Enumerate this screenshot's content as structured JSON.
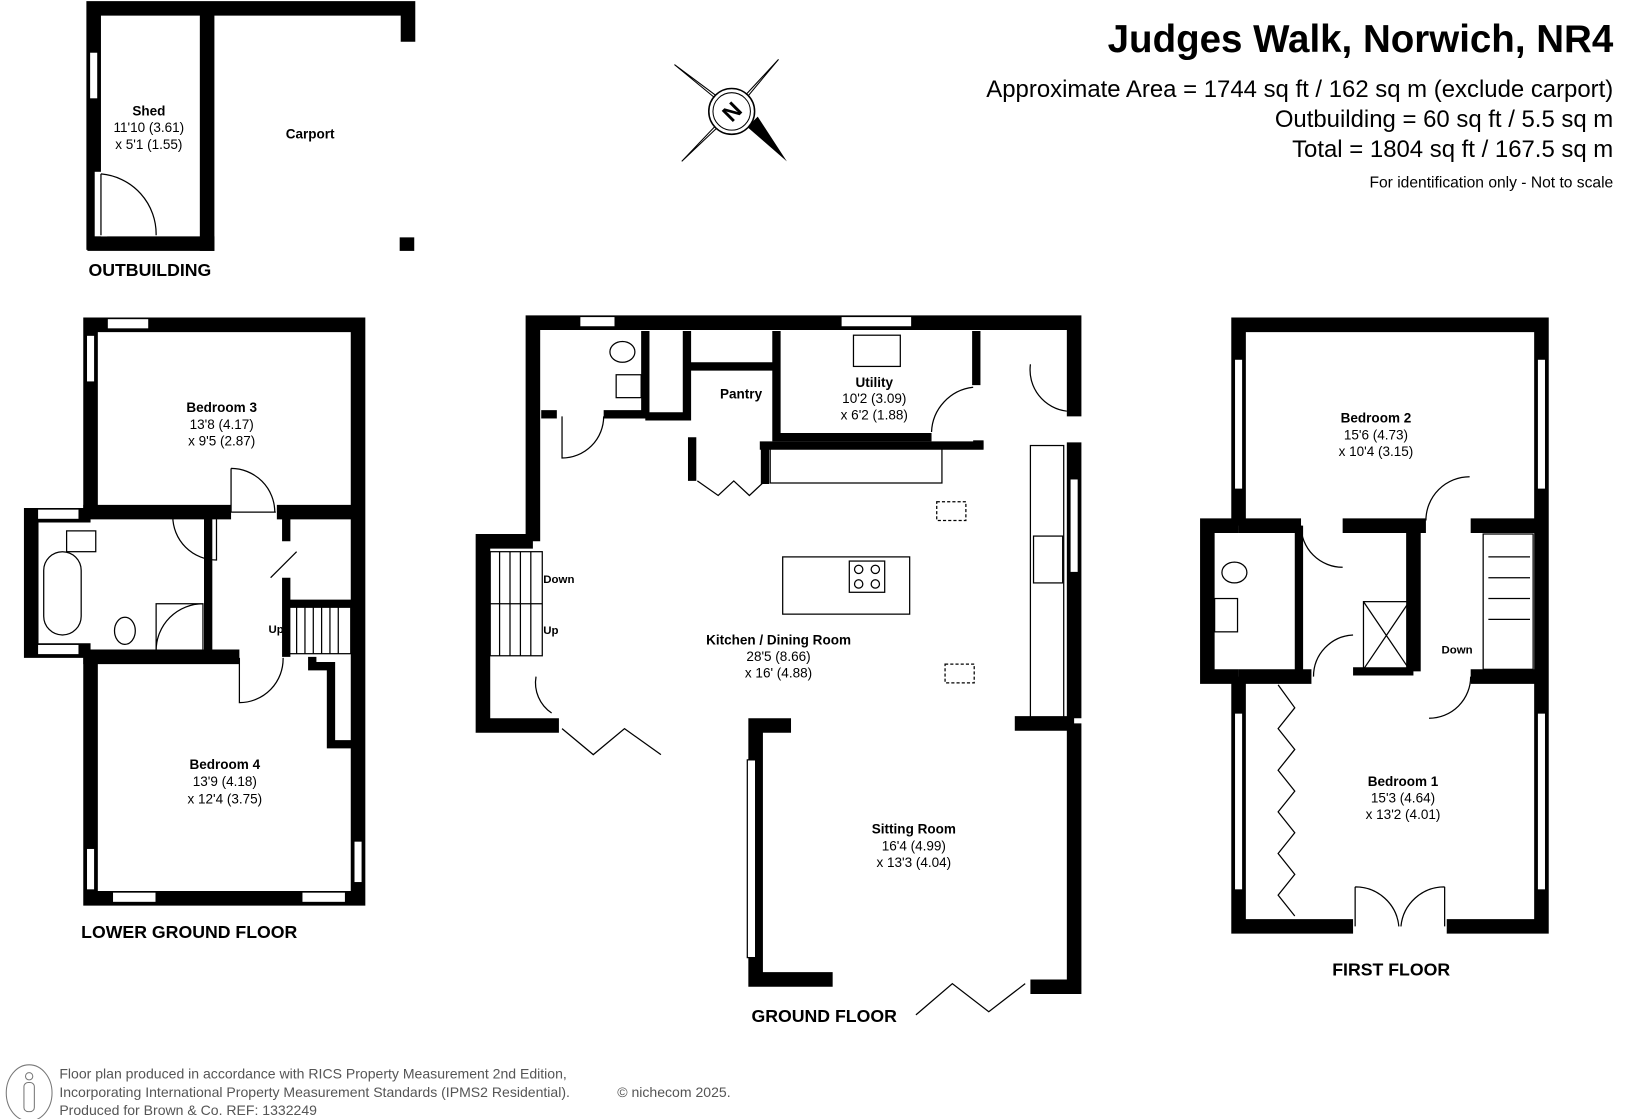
{
  "header": {
    "title": "Judges Walk, Norwich, NR4",
    "area_line": "Approximate Area = 1744 sq ft / 162 sq m (exclude carport)",
    "outbuilding_line": "Outbuilding = 60 sq ft / 5.5 sq m",
    "total_line": "Total = 1804 sq ft / 167.5 sq m",
    "disclaimer": "For identification only - Not to scale"
  },
  "compass": {
    "label": "N"
  },
  "outbuilding": {
    "floor_label": "OUTBUILDING",
    "shed": {
      "name": "Shed",
      "dim1": "11'10 (3.61)",
      "dim2": "x 5'1 (1.55)"
    },
    "carport": {
      "name": "Carport"
    }
  },
  "lower_ground": {
    "floor_label": "LOWER GROUND FLOOR",
    "bedroom3": {
      "name": "Bedroom 3",
      "dim1": "13'8 (4.17)",
      "dim2": "x 9'5 (2.87)"
    },
    "bedroom4": {
      "name": "Bedroom 4",
      "dim1": "13'9 (4.18)",
      "dim2": "x 12'4 (3.75)"
    },
    "stairs": "Up"
  },
  "ground": {
    "floor_label": "GROUND FLOOR",
    "pantry": {
      "name": "Pantry"
    },
    "utility": {
      "name": "Utility",
      "dim1": "10'2 (3.09)",
      "dim2": "x 6'2 (1.88)"
    },
    "kitchen": {
      "name": "Kitchen / Dining Room",
      "dim1": "28'5 (8.66)",
      "dim2": "x 16' (4.88)"
    },
    "sitting": {
      "name": "Sitting Room",
      "dim1": "16'4 (4.99)",
      "dim2": "x 13'3 (4.04)"
    },
    "stairs_down": "Down",
    "stairs_up": "Up"
  },
  "first": {
    "floor_label": "FIRST FLOOR",
    "bedroom2": {
      "name": "Bedroom 2",
      "dim1": "15'6 (4.73)",
      "dim2": "x 10'4 (3.15)"
    },
    "bedroom1": {
      "name": "Bedroom 1",
      "dim1": "15'3 (4.64)",
      "dim2": "x 13'2 (4.01)"
    },
    "stairs": "Down"
  },
  "footer": {
    "line1": "Floor plan produced in accordance with RICS Property Measurement 2nd Edition,",
    "line2": "Incorporating International Property Measurement Standards (IPMS2 Residential).",
    "copyright": "© nichecom 2025.",
    "line3": "Produced for Brown & Co.   REF: 1332249"
  }
}
